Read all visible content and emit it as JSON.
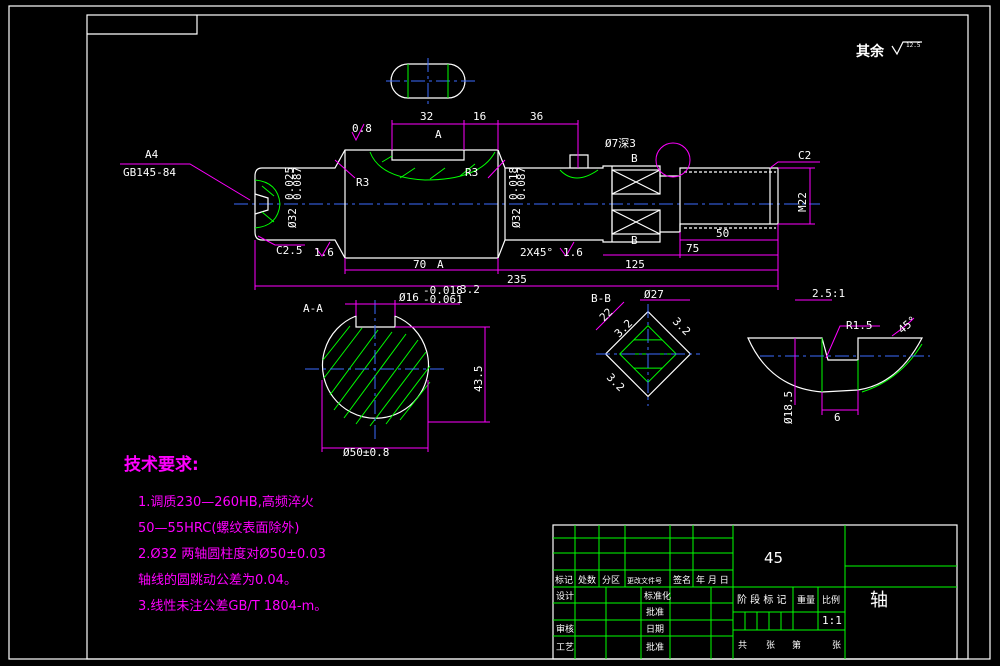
{
  "surface_note": {
    "text": "其余",
    "symbol": "12.5"
  },
  "main_view": {
    "pin_label": "A4",
    "pin_spec": "GB145-84",
    "dims": {
      "d_0_8": "0.8",
      "d_32": "32",
      "d_16": "16",
      "d_36": "36",
      "d_hole": "Ø7深3",
      "d_r3_left": "R3",
      "d_r3_right": "R3",
      "d_c2": "C2",
      "d_m22": "M22",
      "d_phi32_left": "Ø32",
      "d_tol_left_up": "0.025",
      "d_tol_left_dn": "0.087",
      "d_phi32_right": "Ø32",
      "d_tol_right_up": "0.018",
      "d_tol_right_dn": "0.087",
      "d_c25": "C2.5",
      "d_16_left": "1.6",
      "d_2x45": "2X45°",
      "d_16_right": "1.6",
      "d_50": "50",
      "d_75": "75",
      "d_70": "70",
      "d_125": "125",
      "d_235": "235"
    },
    "section_marks": {
      "a_top": "A",
      "a_bot": "A",
      "b_top": "B",
      "b_bot": "B"
    }
  },
  "section_aa": {
    "title": "A-A",
    "d_key": "Ø16",
    "d_key_tol_up": "-0.018",
    "d_key_tol_dn": "-0.061",
    "d_rough": "3.2",
    "d_depth": "43.5",
    "d_dia": "Ø50±0.8"
  },
  "section_bb": {
    "title": "B-B",
    "d_phi27": "Ø27",
    "d_22": "22",
    "d_r1": "3.2",
    "d_r2": "3.2",
    "d_r3": "3.2"
  },
  "detail": {
    "scale": "2.5:1",
    "d_r15": "R1.5",
    "d_45": "45°",
    "d_phi": "Ø18.5",
    "d_6": "6"
  },
  "tech_req": {
    "title": "技术要求:",
    "lines": [
      "1.调质230—260HB,高频淬火",
      "50—55HRC(螺纹表面除外)",
      "2.Ø32 两轴圆柱度对Ø50±0.03",
      "轴线的圆跳动公差为0.04。",
      "3.线性未注公差GB/T 1804-m。"
    ]
  },
  "title_block": {
    "material": "45",
    "part_name": "轴",
    "rev_headers": [
      "标记",
      "处数",
      "分区",
      "更改文件号",
      "签名",
      "年 月 日"
    ],
    "left_labels": [
      "设计",
      "审核",
      "工艺"
    ],
    "mid_labels": [
      "标准化",
      "批准",
      "日期",
      "批准"
    ],
    "stage_headers": [
      "阶 段 标 记",
      "重量",
      "比例"
    ],
    "scale_value": "1:1",
    "sheet_text": [
      "共",
      "张",
      "第",
      "张"
    ]
  }
}
